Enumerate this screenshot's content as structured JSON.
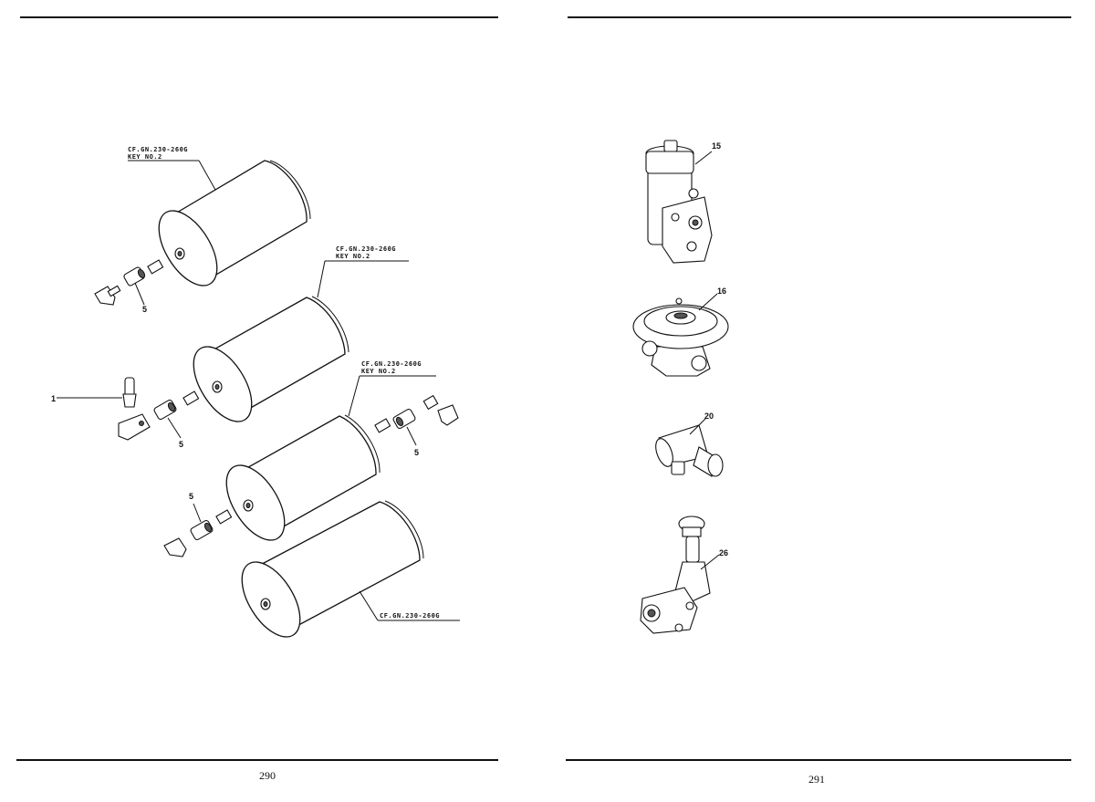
{
  "left_page": {
    "page_number": "290",
    "callouts": {
      "tank1": {
        "line1": "CF.GN.230-260G",
        "line2": "KEY NO.2"
      },
      "tank2": {
        "line1": "CF.GN.230-260G",
        "line2": "KEY NO.2"
      },
      "tank3": {
        "line1": "CF.GN.230-260G",
        "line2": "KEY NO.2"
      },
      "tank4": {
        "line1": "CF.GN.230-260G"
      }
    },
    "keys": {
      "k1": "1",
      "k5a": "5",
      "k5b": "5",
      "k5c": "5",
      "k5d": "5"
    }
  },
  "right_page": {
    "page_number": "291",
    "keys": {
      "k15": "15",
      "k16": "16",
      "k20": "20",
      "k26": "26"
    }
  }
}
